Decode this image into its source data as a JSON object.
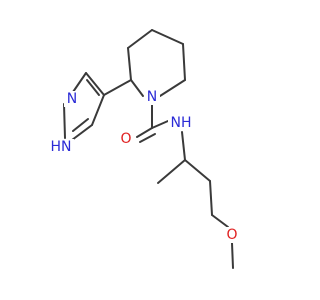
{
  "colors": {
    "bond": "#3a3a3a",
    "nitrogen": "#2b2bd6",
    "oxygen": "#e02020"
  },
  "atoms": {
    "pyrazole_n2": "N",
    "pyrazole_n1h": "HN",
    "piperidine_n": "N",
    "carbonyl_o": "O",
    "amide_nh": "NH",
    "ether_o": "O"
  }
}
